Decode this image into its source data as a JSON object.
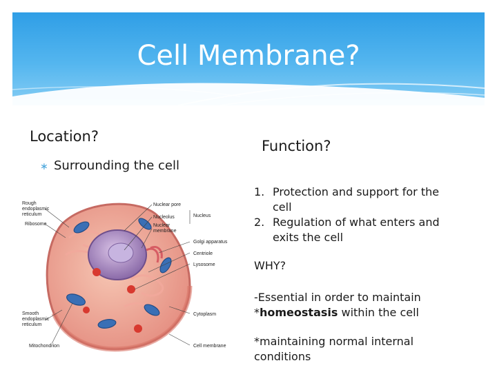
{
  "slide": {
    "title": "Cell Membrane?",
    "location_heading": "Location?",
    "location_bullet": "Surrounding the cell",
    "function_heading": "Function?",
    "functions": [
      {
        "num": "1.",
        "text": "Protection and support for the cell"
      },
      {
        "num": "2.",
        "text": "Regulation of what enters and exits the cell"
      }
    ],
    "why_heading": "WHY?",
    "reason_prefix": "-Essential in order to maintain *",
    "reason_bold": "homeostasis",
    "reason_suffix": " within the cell",
    "definition": "*maintaining normal internal conditions"
  },
  "diagram_labels": {
    "rough_er": [
      "Rough",
      "endoplasmic",
      "reticulum"
    ],
    "ribosome": "Ribosome",
    "nuclear_pore": "Nuclear pore",
    "nucleolus": "Nucleolus",
    "nucleus": "Nucleus",
    "nuclear_membrane": [
      "Nuclear",
      "membrane"
    ],
    "golgi": "Golgi apparatus",
    "centriole": "Centriole",
    "lysosome": "Lysosome",
    "smooth_er": [
      "Smooth",
      "endoplasmic",
      "reticulum"
    ],
    "cytoplasm": "Cytoplasm",
    "mitochondrion": "Mitochondrion",
    "cell_membrane": "Cell membrane"
  },
  "colors": {
    "header_top": "#2f9ee6",
    "header_bottom": "#86cdf4",
    "bullet_star": "#4aa6dc"
  },
  "icons": {
    "bullet": "asterisk-bullet-icon"
  }
}
